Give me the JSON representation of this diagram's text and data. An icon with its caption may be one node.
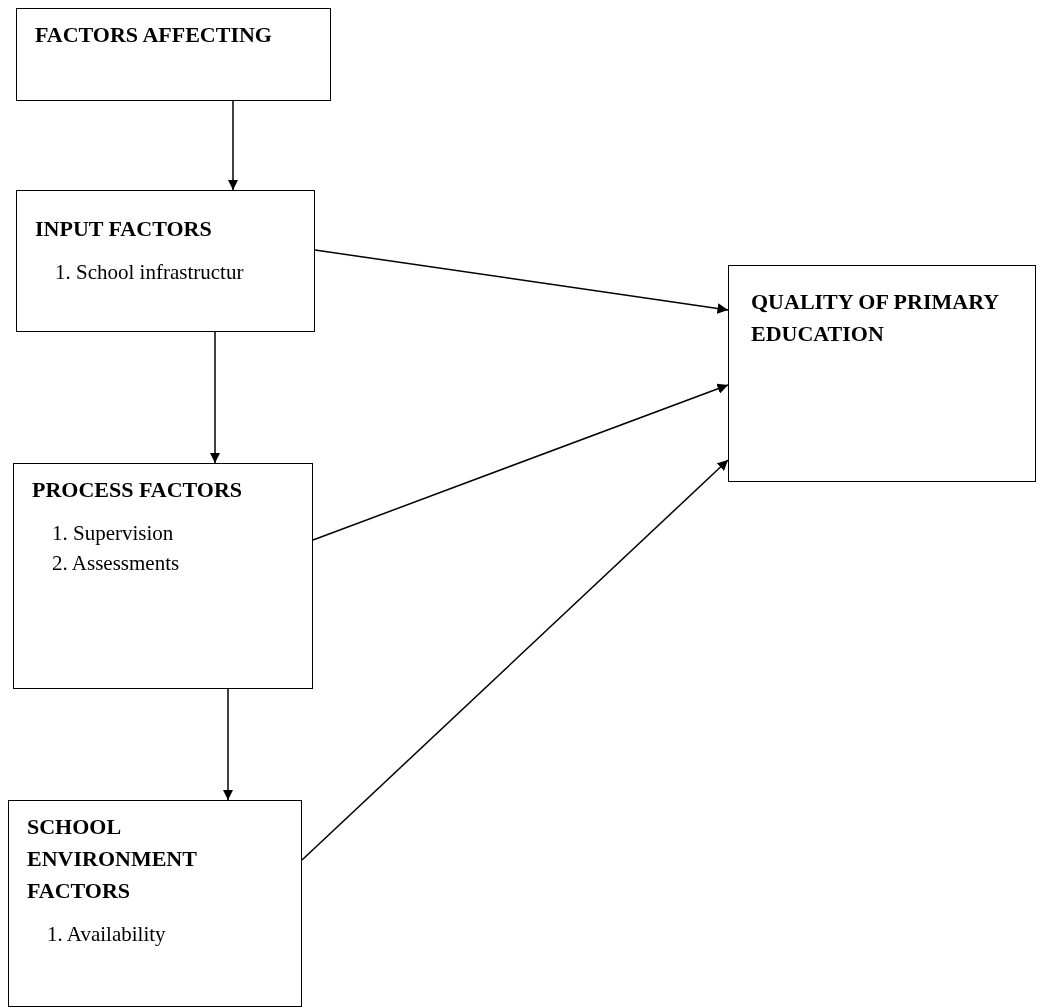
{
  "diagram": {
    "nodes": [
      {
        "text": [
          "FACTORS AFFECTING"
        ]
      },
      {
        "text": [
          "INPUT FACTORS",
          "1. School infrastructur"
        ]
      },
      {
        "text": [
          "PROCESS FACTORS",
          "1. Supervision",
          "2. Assessments"
        ]
      },
      {
        "text": [
          "SCHOOL ENVIRONMENT FACTORS",
          "1. Availability"
        ]
      },
      {
        "text": [
          "QUALITY OF PRIMARY EDUCATION"
        ]
      }
    ],
    "edges": [
      {
        "from": 0,
        "to": 1,
        "arrow": "to"
      },
      {
        "from": 1,
        "to": 2,
        "arrow": "to"
      },
      {
        "from": 2,
        "to": 3,
        "arrow": "to"
      },
      {
        "from": 1,
        "to": 4,
        "arrow": "to"
      },
      {
        "from": 2,
        "to": 4,
        "arrow": "to"
      },
      {
        "from": 3,
        "to": 4,
        "arrow": "to"
      }
    ]
  }
}
